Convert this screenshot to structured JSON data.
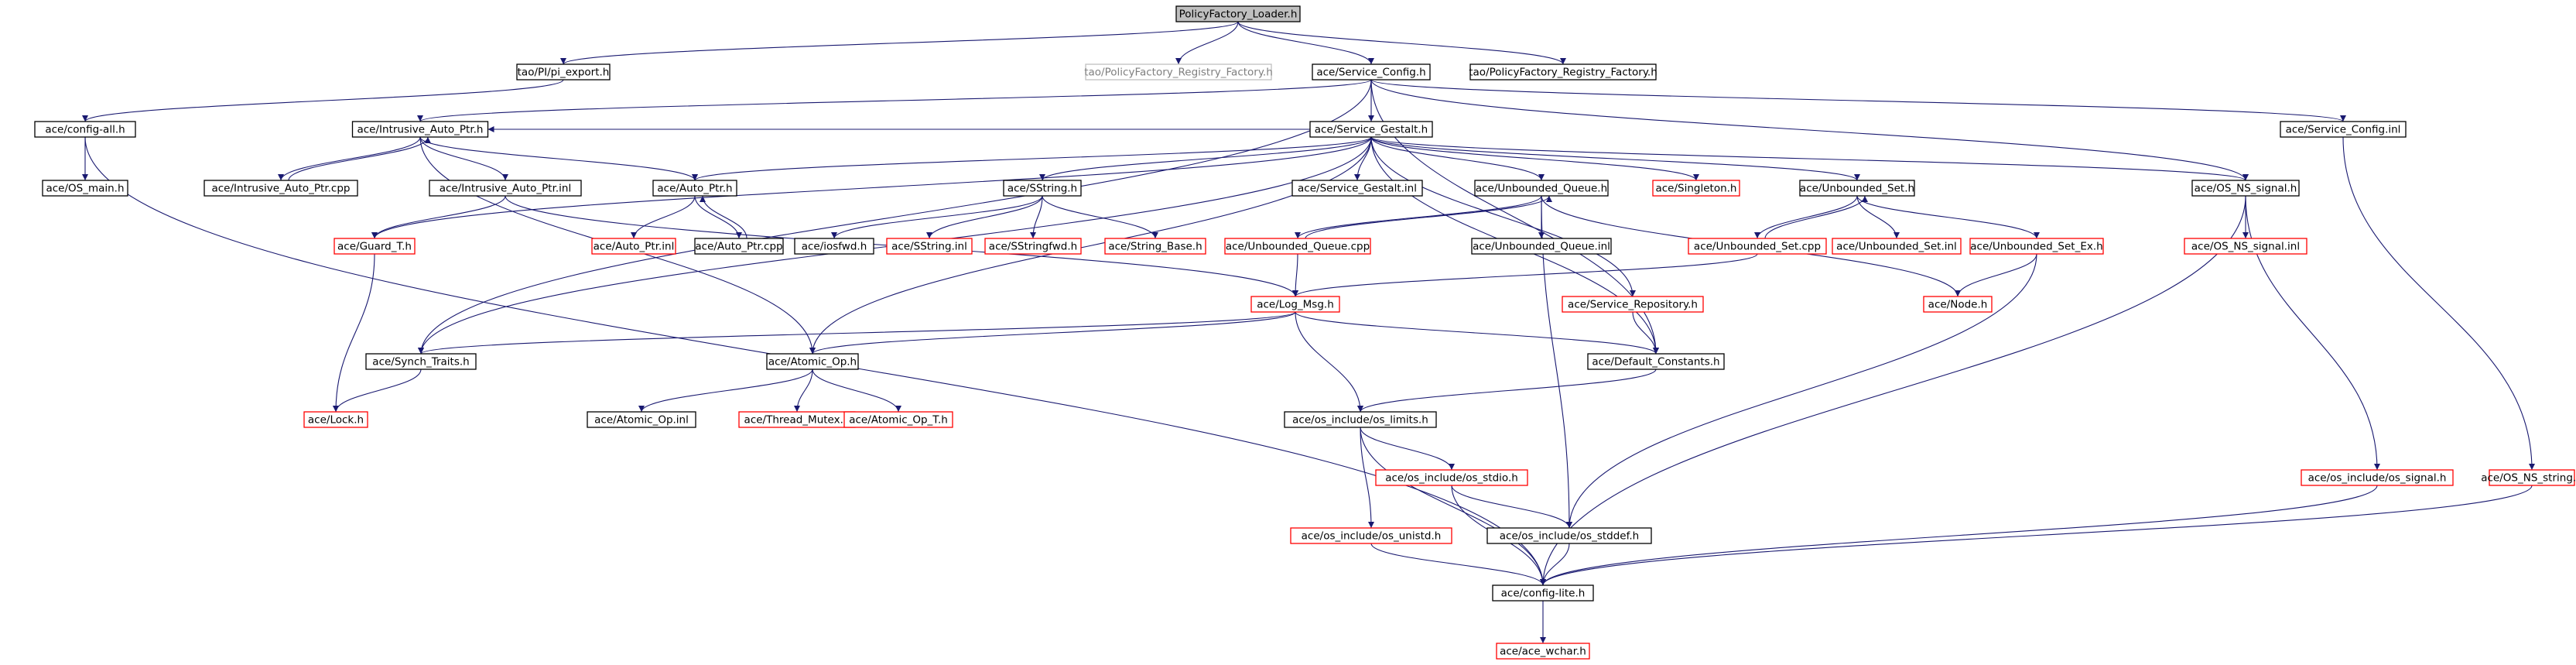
{
  "diagram": {
    "type": "include-dependency-graph",
    "colors": {
      "edge": "#191970",
      "root_fill": "#bfbfbf",
      "normal_border": "#000000",
      "truncated_border": "#ff0000",
      "external_border": "#bfbfbf",
      "text": "#000000",
      "external_text": "#7f7f7f"
    },
    "nodes": [
      {
        "id": "root",
        "label": "PolicyFactory_Loader.h",
        "kind": "root"
      },
      {
        "id": "pi_export",
        "label": "tao/PI/pi_export.h",
        "kind": "normal"
      },
      {
        "id": "reg_factory_ext",
        "label": "tao/PolicyFactory_Registry_Factory.h",
        "kind": "external"
      },
      {
        "id": "service_config",
        "label": "ace/Service_Config.h",
        "kind": "normal"
      },
      {
        "id": "reg_factory",
        "label": "tao/PolicyFactory_Registry_Factory.h",
        "kind": "normal"
      },
      {
        "id": "config_all",
        "label": "ace/config-all.h",
        "kind": "normal"
      },
      {
        "id": "intrusive_ptr",
        "label": "ace/Intrusive_Auto_Ptr.h",
        "kind": "normal"
      },
      {
        "id": "service_gestalt",
        "label": "ace/Service_Gestalt.h",
        "kind": "normal"
      },
      {
        "id": "service_config_inl",
        "label": "ace/Service_Config.inl",
        "kind": "normal"
      },
      {
        "id": "os_main",
        "label": "ace/OS_main.h",
        "kind": "normal"
      },
      {
        "id": "intrusive_ptr_cpp",
        "label": "ace/Intrusive_Auto_Ptr.cpp",
        "kind": "normal"
      },
      {
        "id": "intrusive_ptr_inl",
        "label": "ace/Intrusive_Auto_Ptr.inl",
        "kind": "normal"
      },
      {
        "id": "auto_ptr",
        "label": "ace/Auto_Ptr.h",
        "kind": "normal"
      },
      {
        "id": "sstring",
        "label": "ace/SString.h",
        "kind": "normal"
      },
      {
        "id": "service_gestalt_inl",
        "label": "ace/Service_Gestalt.inl",
        "kind": "normal"
      },
      {
        "id": "unbounded_queue",
        "label": "ace/Unbounded_Queue.h",
        "kind": "normal"
      },
      {
        "id": "singleton",
        "label": "ace/Singleton.h",
        "kind": "truncated"
      },
      {
        "id": "unbounded_set",
        "label": "ace/Unbounded_Set.h",
        "kind": "normal"
      },
      {
        "id": "os_ns_signal",
        "label": "ace/OS_NS_signal.h",
        "kind": "normal"
      },
      {
        "id": "guard_t",
        "label": "ace/Guard_T.h",
        "kind": "truncated"
      },
      {
        "id": "auto_ptr_inl",
        "label": "ace/Auto_Ptr.inl",
        "kind": "truncated"
      },
      {
        "id": "auto_ptr_cpp",
        "label": "ace/Auto_Ptr.cpp",
        "kind": "normal"
      },
      {
        "id": "iosfwd",
        "label": "ace/iosfwd.h",
        "kind": "normal"
      },
      {
        "id": "sstring_inl",
        "label": "ace/SString.inl",
        "kind": "truncated"
      },
      {
        "id": "sstringfwd",
        "label": "ace/SStringfwd.h",
        "kind": "truncated"
      },
      {
        "id": "string_base",
        "label": "ace/String_Base.h",
        "kind": "truncated"
      },
      {
        "id": "unbounded_queue_cpp",
        "label": "ace/Unbounded_Queue.cpp",
        "kind": "truncated"
      },
      {
        "id": "unbounded_queue_inl",
        "label": "ace/Unbounded_Queue.inl",
        "kind": "normal"
      },
      {
        "id": "unbounded_set_cpp",
        "label": "ace/Unbounded_Set.cpp",
        "kind": "truncated"
      },
      {
        "id": "unbounded_set_inl",
        "label": "ace/Unbounded_Set.inl",
        "kind": "truncated"
      },
      {
        "id": "unbounded_set_ex",
        "label": "ace/Unbounded_Set_Ex.h",
        "kind": "truncated"
      },
      {
        "id": "os_ns_signal_inl",
        "label": "ace/OS_NS_signal.inl",
        "kind": "truncated"
      },
      {
        "id": "log_msg",
        "label": "ace/Log_Msg.h",
        "kind": "truncated"
      },
      {
        "id": "service_repository",
        "label": "ace/Service_Repository.h",
        "kind": "truncated"
      },
      {
        "id": "node",
        "label": "ace/Node.h",
        "kind": "truncated"
      },
      {
        "id": "synch_traits",
        "label": "ace/Synch_Traits.h",
        "kind": "normal"
      },
      {
        "id": "atomic_op",
        "label": "ace/Atomic_Op.h",
        "kind": "normal"
      },
      {
        "id": "default_constants",
        "label": "ace/Default_Constants.h",
        "kind": "normal"
      },
      {
        "id": "lock",
        "label": "ace/Lock.h",
        "kind": "truncated"
      },
      {
        "id": "atomic_op_inl",
        "label": "ace/Atomic_Op.inl",
        "kind": "normal"
      },
      {
        "id": "thread_mutex",
        "label": "ace/Thread_Mutex.h",
        "kind": "truncated"
      },
      {
        "id": "atomic_op_t",
        "label": "ace/Atomic_Op_T.h",
        "kind": "truncated"
      },
      {
        "id": "os_limits",
        "label": "ace/os_include/os_limits.h",
        "kind": "normal"
      },
      {
        "id": "os_stdio",
        "label": "ace/os_include/os_stdio.h",
        "kind": "truncated"
      },
      {
        "id": "os_signal",
        "label": "ace/os_include/os_signal.h",
        "kind": "truncated"
      },
      {
        "id": "os_ns_string",
        "label": "ace/OS_NS_string.h",
        "kind": "truncated"
      },
      {
        "id": "os_unistd",
        "label": "ace/os_include/os_unistd.h",
        "kind": "truncated"
      },
      {
        "id": "os_stddef",
        "label": "ace/os_include/os_stddef.h",
        "kind": "normal"
      },
      {
        "id": "config_lite",
        "label": "ace/config-lite.h",
        "kind": "normal"
      },
      {
        "id": "ace_wchar",
        "label": "ace/ace_wchar.h",
        "kind": "truncated"
      }
    ],
    "edges": [
      [
        "root",
        "pi_export"
      ],
      [
        "root",
        "reg_factory_ext"
      ],
      [
        "root",
        "service_config"
      ],
      [
        "root",
        "reg_factory"
      ],
      [
        "pi_export",
        "config_all"
      ],
      [
        "service_config",
        "intrusive_ptr"
      ],
      [
        "service_config",
        "service_gestalt"
      ],
      [
        "service_config",
        "service_config_inl"
      ],
      [
        "service_config",
        "synch_traits"
      ],
      [
        "service_config",
        "os_ns_signal"
      ],
      [
        "service_config",
        "default_constants"
      ],
      [
        "config_all",
        "os_main"
      ],
      [
        "config_all",
        "config_lite"
      ],
      [
        "intrusive_ptr",
        "intrusive_ptr_cpp"
      ],
      [
        "intrusive_ptr",
        "intrusive_ptr_inl"
      ],
      [
        "intrusive_ptr",
        "auto_ptr"
      ],
      [
        "intrusive_ptr",
        "atomic_op"
      ],
      [
        "intrusive_ptr_cpp",
        "intrusive_ptr"
      ],
      [
        "intrusive_ptr_inl",
        "guard_t"
      ],
      [
        "intrusive_ptr_inl",
        "log_msg"
      ],
      [
        "service_gestalt",
        "intrusive_ptr"
      ],
      [
        "service_gestalt",
        "auto_ptr"
      ],
      [
        "service_gestalt",
        "sstring"
      ],
      [
        "service_gestalt",
        "service_gestalt_inl"
      ],
      [
        "service_gestalt",
        "unbounded_queue"
      ],
      [
        "service_gestalt",
        "singleton"
      ],
      [
        "service_gestalt",
        "unbounded_set"
      ],
      [
        "service_gestalt",
        "os_ns_signal"
      ],
      [
        "service_gestalt",
        "guard_t"
      ],
      [
        "service_gestalt",
        "synch_traits"
      ],
      [
        "service_gestalt",
        "atomic_op"
      ],
      [
        "service_gestalt",
        "service_repository"
      ],
      [
        "service_gestalt",
        "default_constants"
      ],
      [
        "auto_ptr",
        "auto_ptr_inl"
      ],
      [
        "auto_ptr",
        "auto_ptr_cpp"
      ],
      [
        "auto_ptr_cpp",
        "auto_ptr"
      ],
      [
        "sstring",
        "iosfwd"
      ],
      [
        "sstring",
        "sstring_inl"
      ],
      [
        "sstring",
        "sstringfwd"
      ],
      [
        "sstring",
        "string_base"
      ],
      [
        "unbounded_queue",
        "unbounded_queue_cpp"
      ],
      [
        "unbounded_queue",
        "unbounded_queue_inl"
      ],
      [
        "unbounded_queue",
        "node"
      ],
      [
        "unbounded_queue",
        "os_stddef"
      ],
      [
        "unbounded_queue_cpp",
        "unbounded_queue"
      ],
      [
        "unbounded_queue_cpp",
        "log_msg"
      ],
      [
        "unbounded_set",
        "unbounded_set_cpp"
      ],
      [
        "unbounded_set",
        "unbounded_set_inl"
      ],
      [
        "unbounded_set",
        "unbounded_set_ex"
      ],
      [
        "unbounded_set_cpp",
        "unbounded_set"
      ],
      [
        "unbounded_set_cpp",
        "log_msg"
      ],
      [
        "unbounded_set_ex",
        "node"
      ],
      [
        "unbounded_set_ex",
        "os_stddef"
      ],
      [
        "os_ns_signal",
        "os_ns_signal_inl"
      ],
      [
        "os_ns_signal",
        "os_signal"
      ],
      [
        "os_ns_signal",
        "config_lite"
      ],
      [
        "service_config_inl",
        "os_ns_string"
      ],
      [
        "guard_t",
        "lock"
      ],
      [
        "log_msg",
        "synch_traits"
      ],
      [
        "log_msg",
        "atomic_op"
      ],
      [
        "log_msg",
        "default_constants"
      ],
      [
        "log_msg",
        "os_limits"
      ],
      [
        "service_repository",
        "default_constants"
      ],
      [
        "synch_traits",
        "lock"
      ],
      [
        "atomic_op",
        "atomic_op_inl"
      ],
      [
        "atomic_op",
        "thread_mutex"
      ],
      [
        "atomic_op",
        "atomic_op_t"
      ],
      [
        "default_constants",
        "os_limits"
      ],
      [
        "os_limits",
        "os_stdio"
      ],
      [
        "os_limits",
        "os_unistd"
      ],
      [
        "os_limits",
        "config_lite"
      ],
      [
        "os_stdio",
        "os_stddef"
      ],
      [
        "os_stdio",
        "config_lite"
      ],
      [
        "os_unistd",
        "config_lite"
      ],
      [
        "os_stddef",
        "config_lite"
      ],
      [
        "os_signal",
        "config_lite"
      ],
      [
        "os_ns_string",
        "config_lite"
      ],
      [
        "config_lite",
        "ace_wchar"
      ]
    ]
  }
}
